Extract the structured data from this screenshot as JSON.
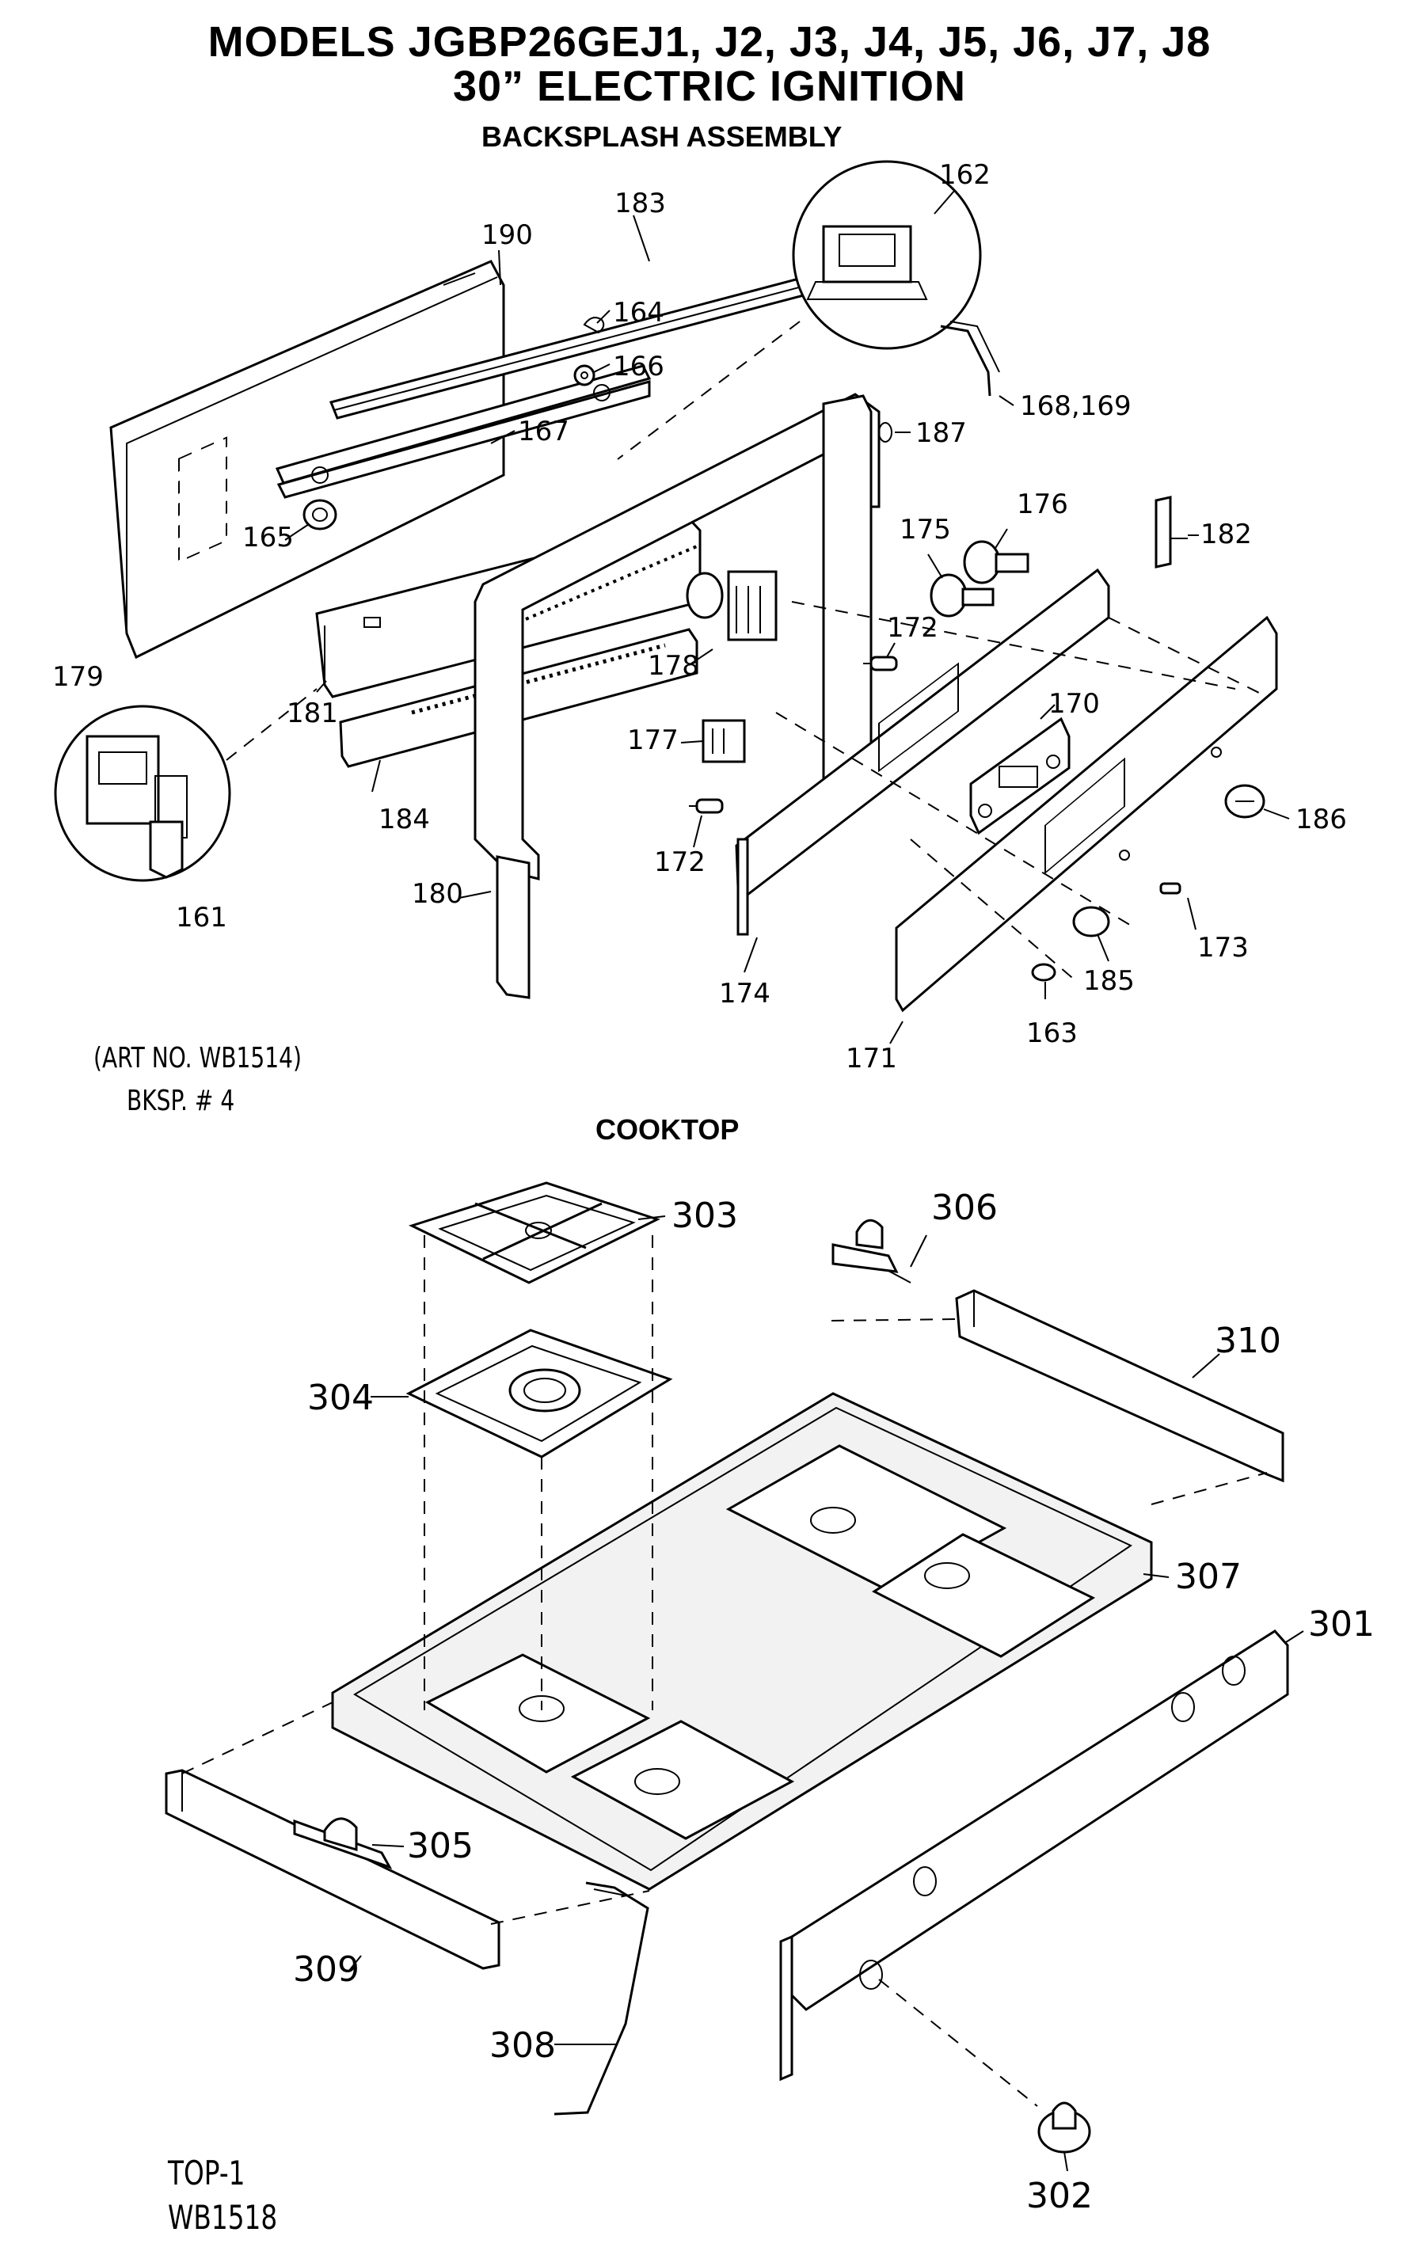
{
  "header": {
    "title_line1": "MODELS JGBP26GEJ1, J2, J3, J4, J5, J6, J7, J8",
    "title_line2": "30” ELECTRIC IGNITION"
  },
  "backsplash": {
    "heading": "BACKSPLASH ASSEMBLY",
    "art_number": "(ART NO. WB1514)",
    "bksp": "BKSP. # 4",
    "callouts": {
      "c183": "183",
      "c190": "190",
      "c164": "164",
      "c166": "166",
      "c167": "167",
      "c165": "165",
      "c162": "162",
      "c168_169": "168,169",
      "c187": "187",
      "c176": "176",
      "c175": "175",
      "c182": "182",
      "c172a": "172",
      "c178": "178",
      "c179": "179",
      "c181": "181",
      "c184": "184",
      "c161": "161",
      "c177": "177",
      "c170": "170",
      "c186": "186",
      "c172b": "172",
      "c180": "180",
      "c174": "174",
      "c173": "173",
      "c185": "185",
      "c163": "163",
      "c171": "171"
    }
  },
  "cooktop": {
    "heading": "COOKTOP",
    "top_label": "TOP-1",
    "art_label": "WB1518",
    "callouts": {
      "c303": "303",
      "c306": "306",
      "c310": "310",
      "c304": "304",
      "c307": "307",
      "c301": "301",
      "c305": "305",
      "c309": "309",
      "c308": "308",
      "c302": "302"
    }
  }
}
